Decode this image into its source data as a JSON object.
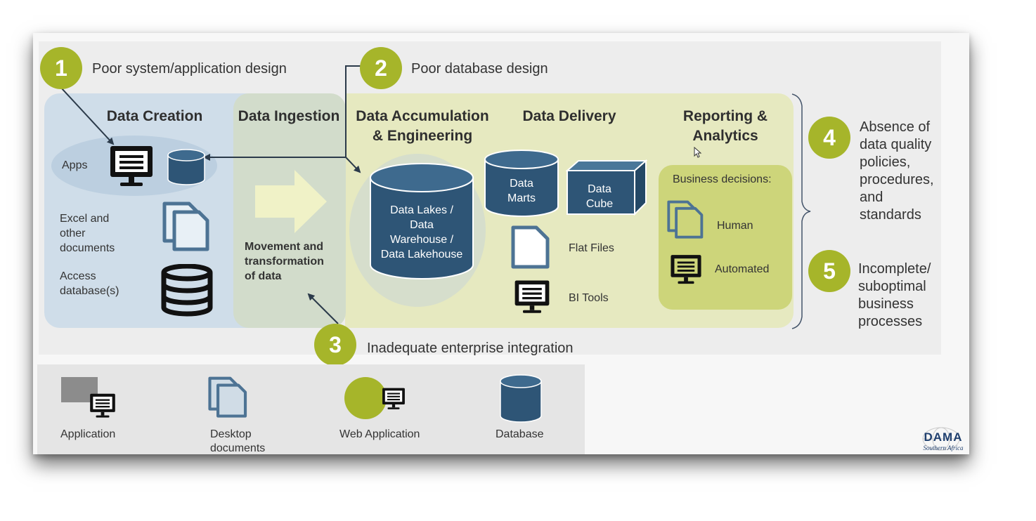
{
  "issues": [
    {
      "number": "1",
      "label": "Poor system/application design"
    },
    {
      "number": "2",
      "label": "Poor database design"
    },
    {
      "number": "3",
      "label": "Inadequate enterprise integration"
    },
    {
      "number": "4",
      "label_lines": [
        "Absence of",
        "data quality",
        "policies,",
        "procedures,",
        "and",
        "standards"
      ]
    },
    {
      "number": "5",
      "label_lines": [
        "Incomplete/",
        "suboptimal",
        "business",
        "processes"
      ]
    }
  ],
  "stages": {
    "creation": {
      "title": "Data Creation",
      "apps": "Apps",
      "excel_lines": [
        "Excel and",
        "other",
        "documents"
      ],
      "access_lines": [
        "Access",
        "database(s)"
      ]
    },
    "ingestion": {
      "title": "Data Ingestion",
      "desc_lines": [
        "Movement and",
        "transformation",
        "of data"
      ]
    },
    "accumulation": {
      "title_lines": [
        "Data Accumulation",
        "& Engineering"
      ],
      "store_lines": [
        "Data Lakes /",
        "Data",
        "Warehouse /",
        "Data Lakehouse"
      ]
    },
    "delivery": {
      "title": "Data Delivery",
      "marts_lines": [
        "Data",
        "Marts"
      ],
      "cube_lines": [
        "Data",
        "Cube"
      ],
      "flat_files": "Flat Files",
      "bi_tools": "BI Tools"
    },
    "reporting": {
      "title_lines": [
        "Reporting &",
        "Analytics"
      ],
      "decisions": "Business decisions:",
      "human": "Human",
      "automated": "Automated"
    }
  },
  "legend": {
    "application": "Application",
    "desktop_lines": [
      "Desktop",
      "documents"
    ],
    "web_application": "Web Application",
    "database": "Database"
  },
  "logo": {
    "name": "DAMA",
    "sub": "Southern Africa"
  },
  "colors": {
    "badge": "#a6b52a",
    "creation_panel": "#cfdde9",
    "ingestion_panel": "#d2dccb",
    "yellow_panel": "#e6e9c0",
    "reporting_panel": "#cdd57a",
    "db_blue": "#2e5576",
    "doc_blue": "#4d7394"
  }
}
